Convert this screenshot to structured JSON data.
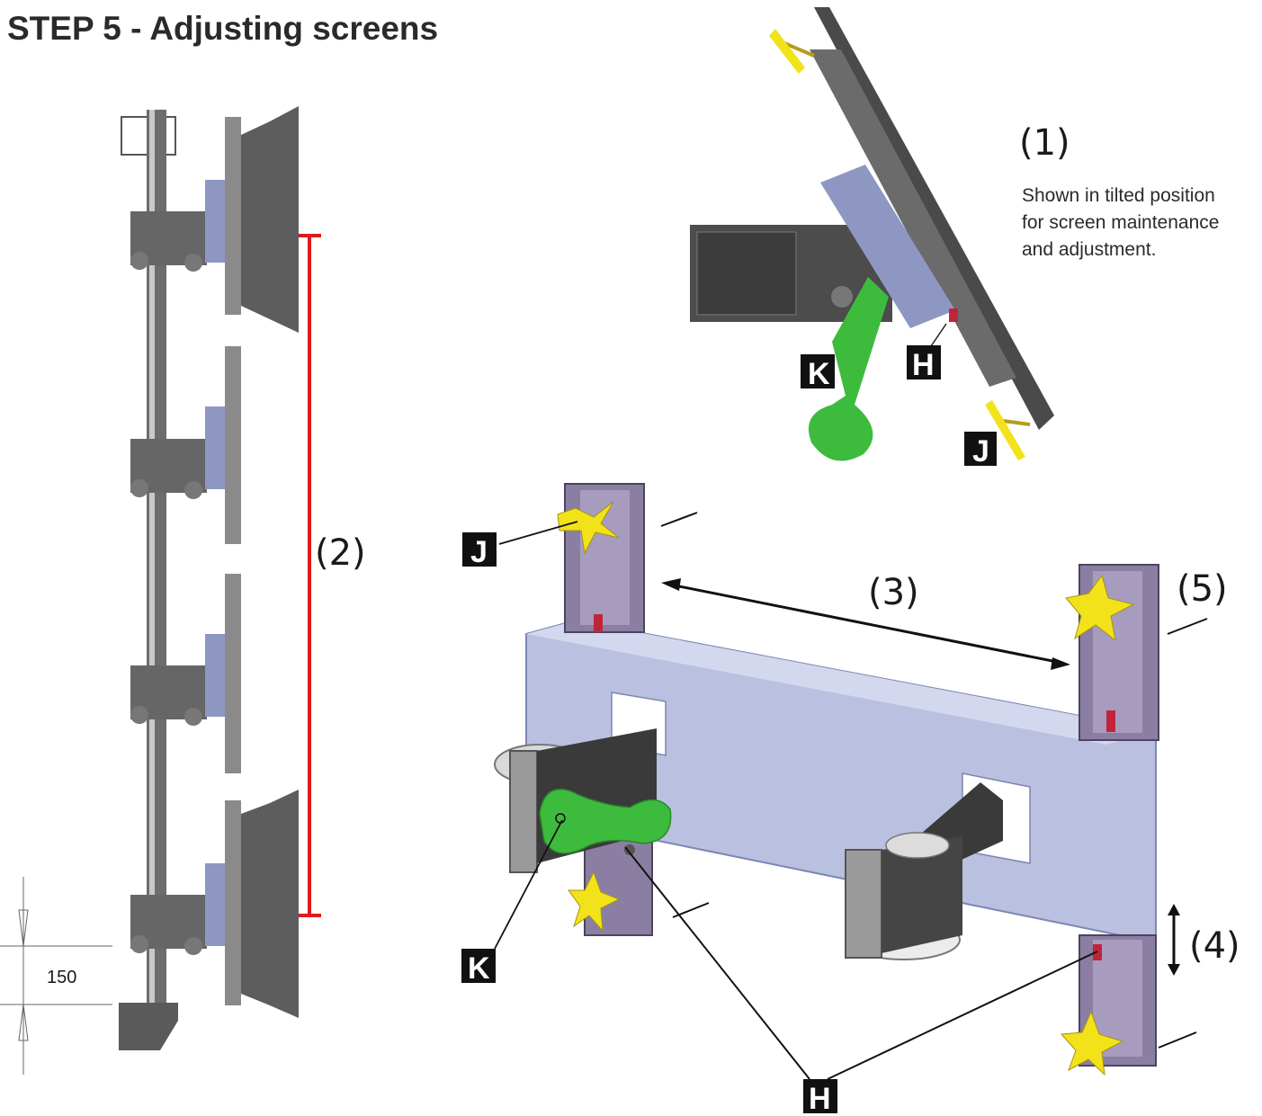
{
  "title": "STEP 5 - Adjusting screens",
  "callouts": {
    "c1": "(1)",
    "c2": "(2)",
    "c3": "(3)",
    "c4": "(4)",
    "c5": "(5)"
  },
  "note": {
    "line1": "Shown in tilted position",
    "line2": "for screen maintenance",
    "line3": "and adjustment."
  },
  "dimension": {
    "value": "150"
  },
  "part_tags": {
    "h": "H",
    "j": "J",
    "k": "K"
  },
  "colors": {
    "highlight_red": "#e01b1b",
    "lever_green": "#3dbb3d",
    "knob_yellow": "#f2e21a",
    "bracket_blue": "#b9c0e0",
    "steel_dark": "#4a4a4a",
    "bracket_purple": "#8a7fa3"
  }
}
